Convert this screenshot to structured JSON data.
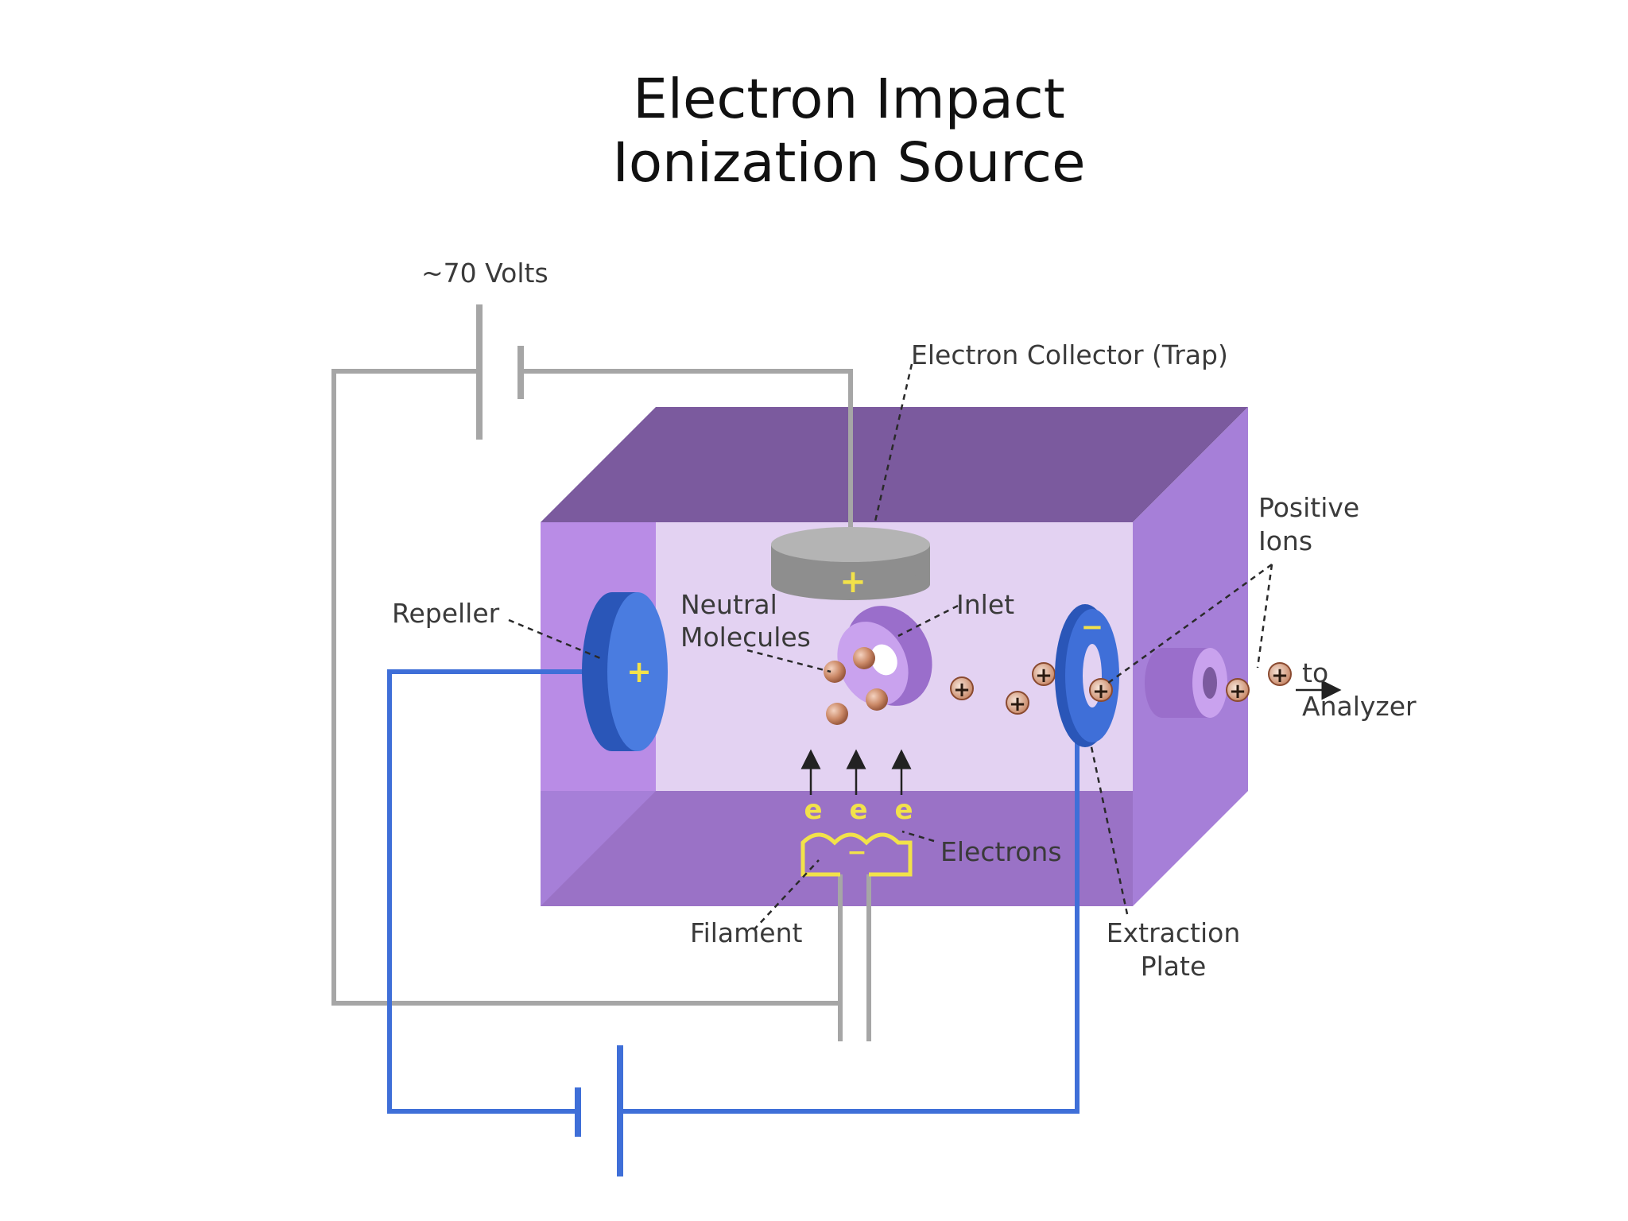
{
  "title": {
    "line1": "Electron Impact",
    "line2": "Ionization Source"
  },
  "labels": {
    "voltage": "~70 Volts",
    "collector": "Electron Collector (Trap)",
    "positive_ions_line1": "Positive",
    "positive_ions_line2": "Ions",
    "repeller": "Repeller",
    "neutral_line1": "Neutral",
    "neutral_line2": "Molecules",
    "inlet": "Inlet",
    "to_analyzer_line1": "to",
    "to_analyzer_line2": "Analyzer",
    "electrons": "Electrons",
    "filament": "Filament",
    "extraction_line1": "Extraction",
    "extraction_line2": "Plate"
  },
  "symbols": {
    "plus": "+",
    "minus": "−",
    "electron": "e"
  },
  "colors": {
    "box_top": "#7b5a9e",
    "box_side": "#b98ce6",
    "box_bottom": "#9a72c6",
    "box_back": "#e3d2f2",
    "repeller_blue": "#3f6fd8",
    "collector_gray": "#8e8e8e",
    "wire_gray": "#a6a6a6",
    "filament_yellow": "#f2e24a",
    "molecule": "#c98a6a",
    "ion_fill": "#ecd0c0"
  }
}
